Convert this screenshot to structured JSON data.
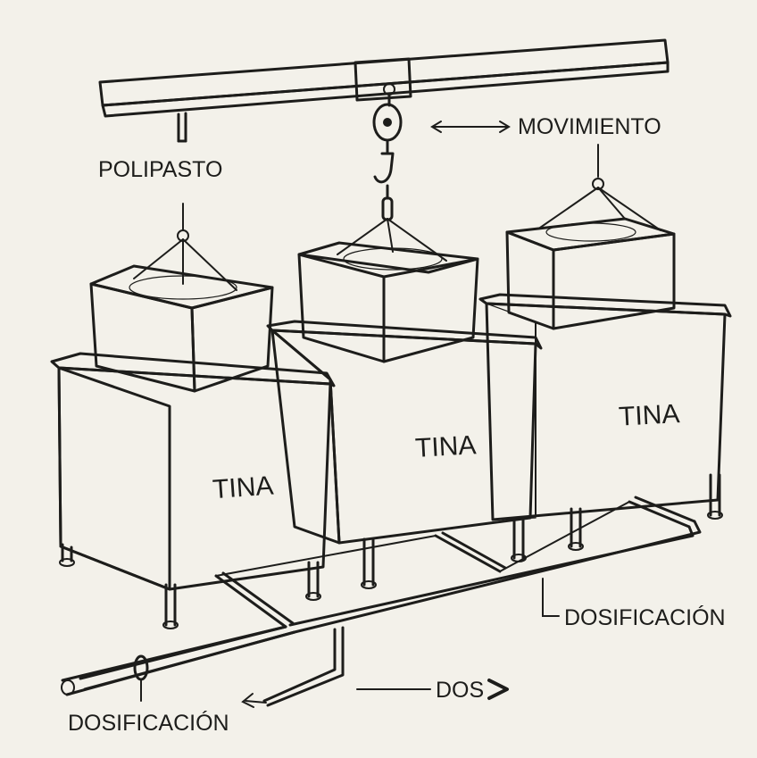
{
  "labels": {
    "hoist": "POLIPASTO",
    "movement": "MOVIMIENTO",
    "tank_left": "TINA",
    "tank_center": "TINA",
    "tank_right": "TINA",
    "dosing_right": "DOSIFICACIÓN",
    "dos": "DOS",
    "dosing_bottom": "DOSIFICACIÓN"
  },
  "colors": {
    "background": "#f3f1ea",
    "ink": "#1d1d1b",
    "tank_fill": "#efece4",
    "basket_fill": "#e9e5da",
    "content_fill": "#ddd7c8"
  },
  "icons": {
    "movement_arrow": "double-arrow-icon",
    "dos_arrow": "chevron-right-icon"
  }
}
